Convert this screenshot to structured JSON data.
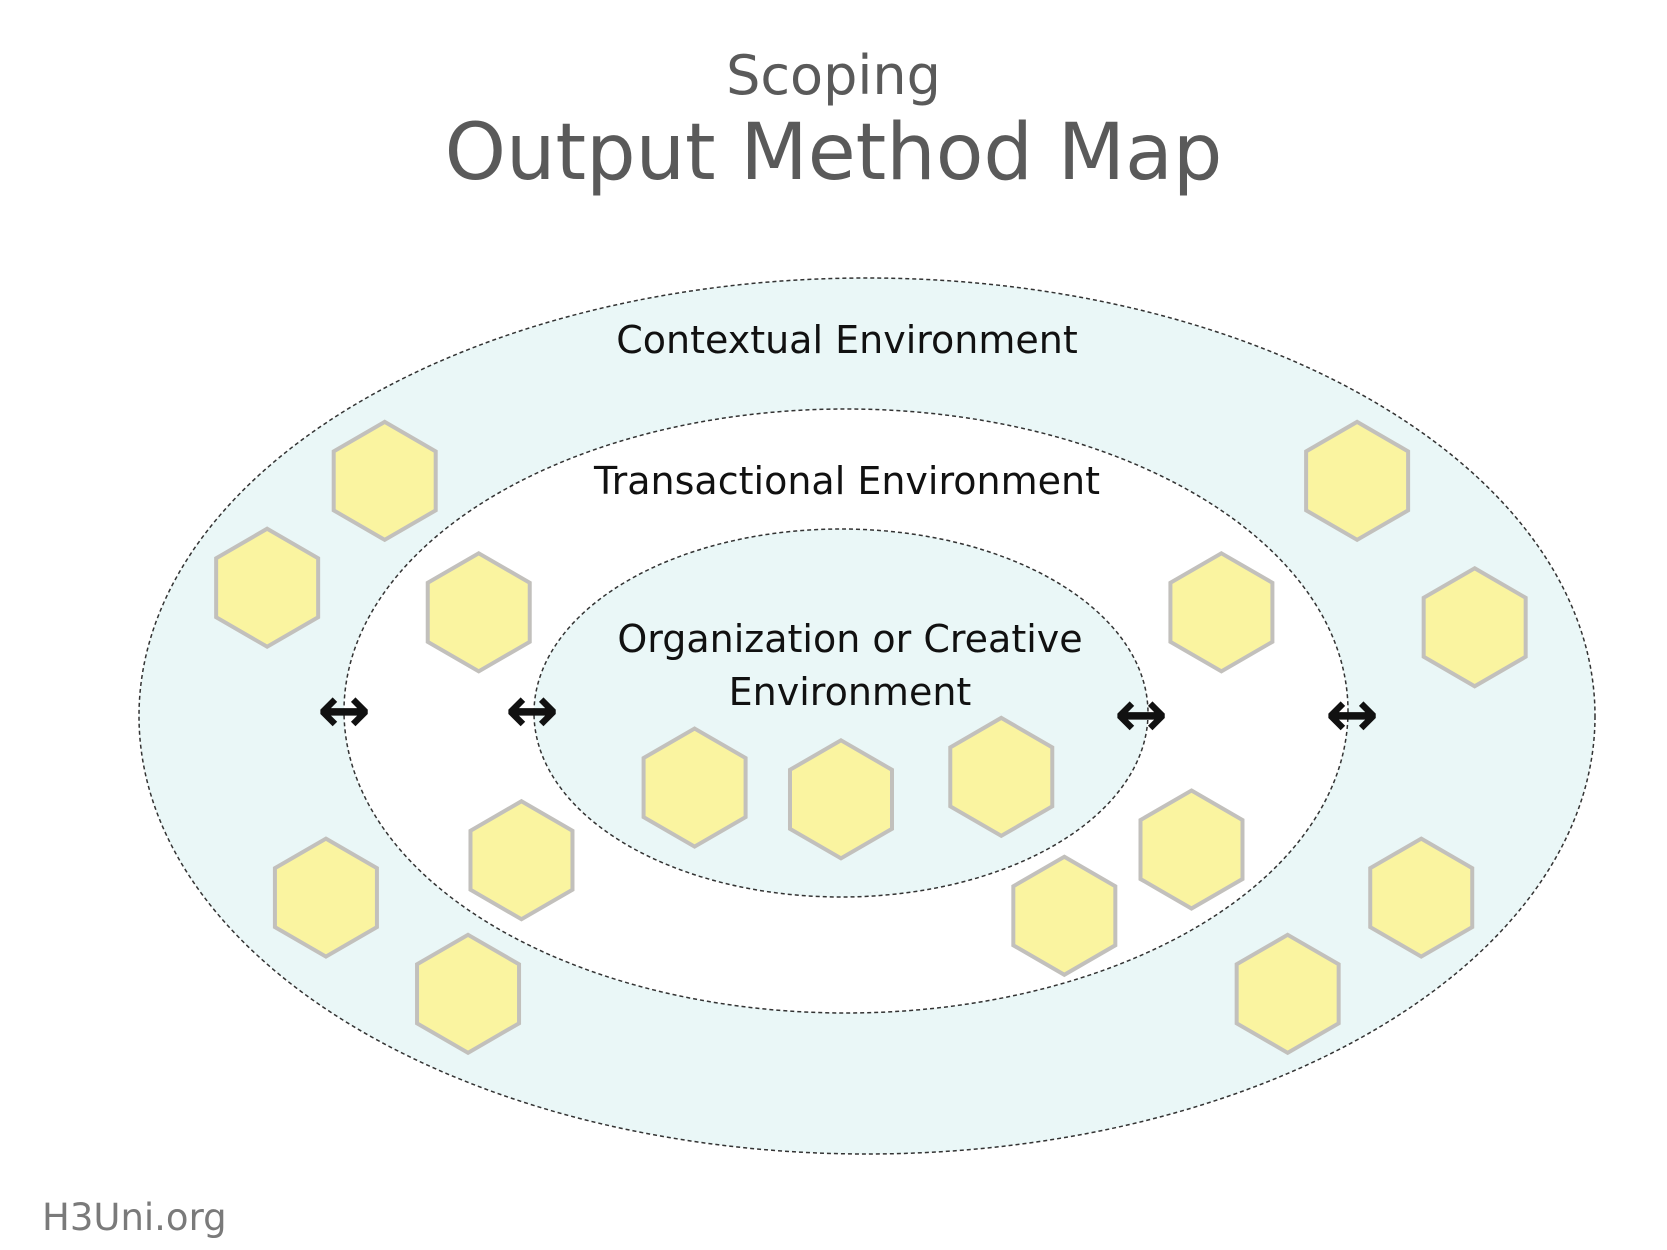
{
  "title": {
    "subtitle": "Scoping",
    "main": "Output Method Map"
  },
  "rings": {
    "outer": "Contextual Environment",
    "middle": "Transactional Environment",
    "inner_line1": "Organization or Creative",
    "inner_line2": "Environment"
  },
  "arrow_glyph": "↔",
  "footer": "H3Uni.org",
  "colors": {
    "ring_fill": "#eaf7f7",
    "hexagon_fill": "#faf4a0",
    "hexagon_stroke": "#c2c0bc",
    "title": "#5a5a5a"
  }
}
